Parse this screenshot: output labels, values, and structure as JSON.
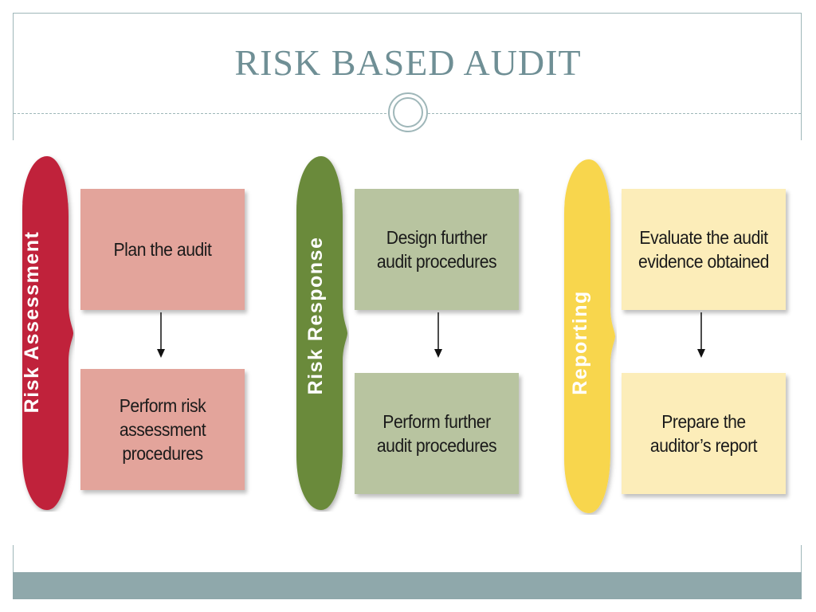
{
  "title": "RISK BASED AUDIT",
  "colors": {
    "title": "#6f8f95",
    "frame": "#9fb7b9",
    "bottom_bar": "#8fa8ab"
  },
  "stages": [
    {
      "label": "Risk Assessment",
      "color": "#c0213a",
      "box_color": "#e3a49b",
      "steps": [
        "Plan the audit",
        "Perform risk assessment procedures"
      ]
    },
    {
      "label": "Risk Response",
      "color": "#6a8a3b",
      "box_color": "#b8c4a0",
      "steps": [
        "Design further audit procedures",
        "Perform further audit procedures"
      ]
    },
    {
      "label": "Reporting",
      "color": "#f8d64e",
      "box_color": "#fcedb9",
      "steps": [
        "Evaluate the audit evidence obtained",
        "Prepare the auditor’s report"
      ]
    }
  ]
}
